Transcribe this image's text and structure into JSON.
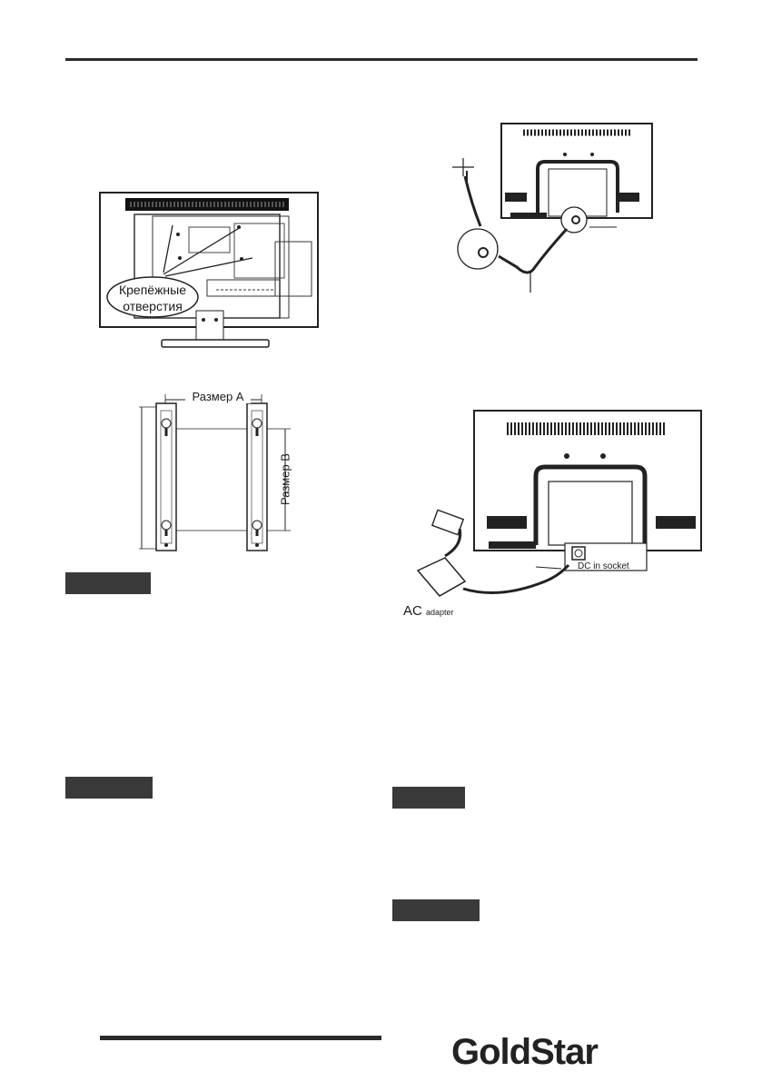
{
  "figures": {
    "mounting_holes": {
      "callout_line1": "Крепёжные",
      "callout_line2": "отверстия"
    },
    "wall_bracket": {
      "size_a": "Размер A",
      "size_b": "Размер B"
    },
    "power": {
      "dc_label": "DC in socket",
      "ac_label": "AC",
      "ac_suffix": "adapter"
    }
  },
  "section_tags": [
    {
      "id": "tag-1"
    },
    {
      "id": "tag-2"
    },
    {
      "id": "tag-3"
    },
    {
      "id": "tag-4"
    }
  ],
  "brand": {
    "logo": "GoldStar"
  }
}
